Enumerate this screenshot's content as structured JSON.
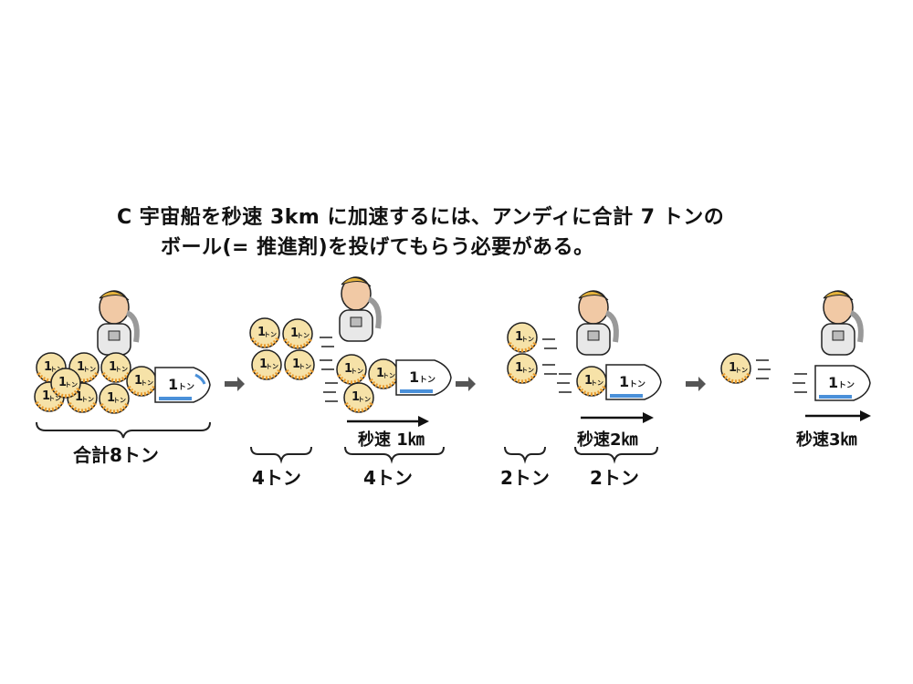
{
  "title": {
    "line1": "C  宇宙船を秒速 3km に加速するには、アンディに合計 7 トンの",
    "line2": "ボール(= 推進剤)を投げてもらう必要がある。"
  },
  "units": {
    "ball_number": "1",
    "ball_unit": "トン",
    "ship_number": "1",
    "ship_unit": "トン"
  },
  "stages": [
    {
      "id": "stage-1",
      "total_label": "合計8トン"
    },
    {
      "id": "stage-2",
      "thrown_label": "4トン",
      "ship_label": "4トン",
      "speed_label": "秒速 1㎞"
    },
    {
      "id": "stage-3",
      "thrown_label": "2トン",
      "ship_label": "2トン",
      "speed_label": "秒速2㎞"
    },
    {
      "id": "stage-4",
      "speed_label": "秒速3㎞"
    }
  ],
  "colors": {
    "ball_fill": "#f6e2a8",
    "ball_rim": "#e89a2e",
    "ship_fill": "#ffffff",
    "ship_stripe": "#4a90d9",
    "arrow": "#555555",
    "astronaut_hair": "#e6b33b"
  }
}
